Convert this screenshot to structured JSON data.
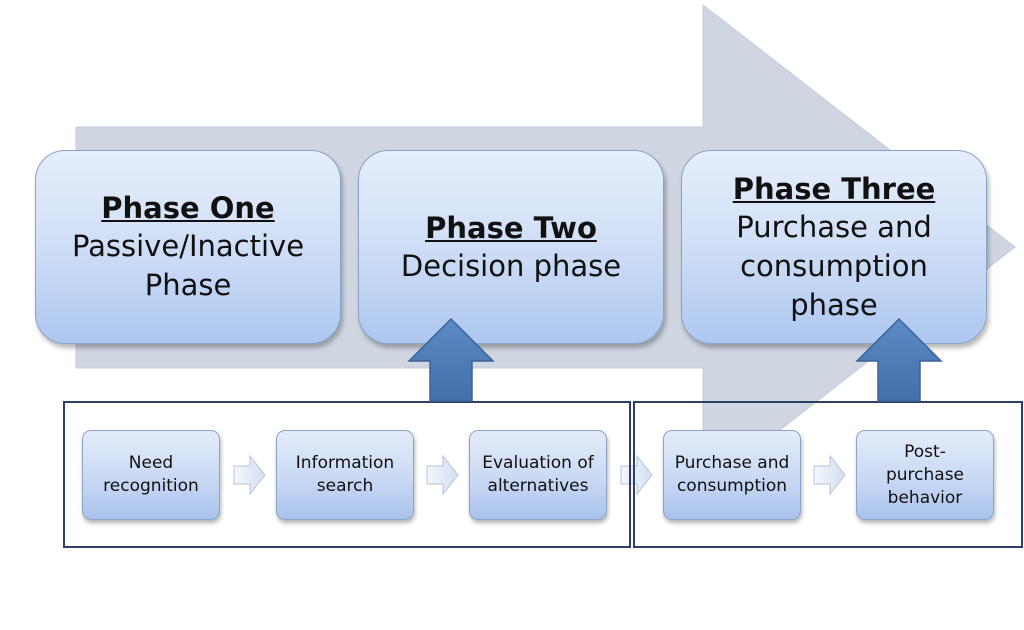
{
  "phases": [
    {
      "title": "Phase One",
      "description": "Passive/Inactive\nPhase"
    },
    {
      "title": "Phase Two",
      "description": "Decision phase"
    },
    {
      "title": "Phase Three",
      "description": "Purchase and\nconsumption\nphase"
    }
  ],
  "steps": [
    {
      "label": "Need\nrecognition"
    },
    {
      "label": "Information\nsearch"
    },
    {
      "label": "Evaluation of\nalternatives"
    },
    {
      "label": "Purchase and\nconsumption"
    },
    {
      "label": "Post-\npurchase\nbehavior"
    }
  ],
  "colors": {
    "big_arrow": "#cfd6e2",
    "up_arrow": "#4a7ab8",
    "frame_border": "#2e4066"
  }
}
